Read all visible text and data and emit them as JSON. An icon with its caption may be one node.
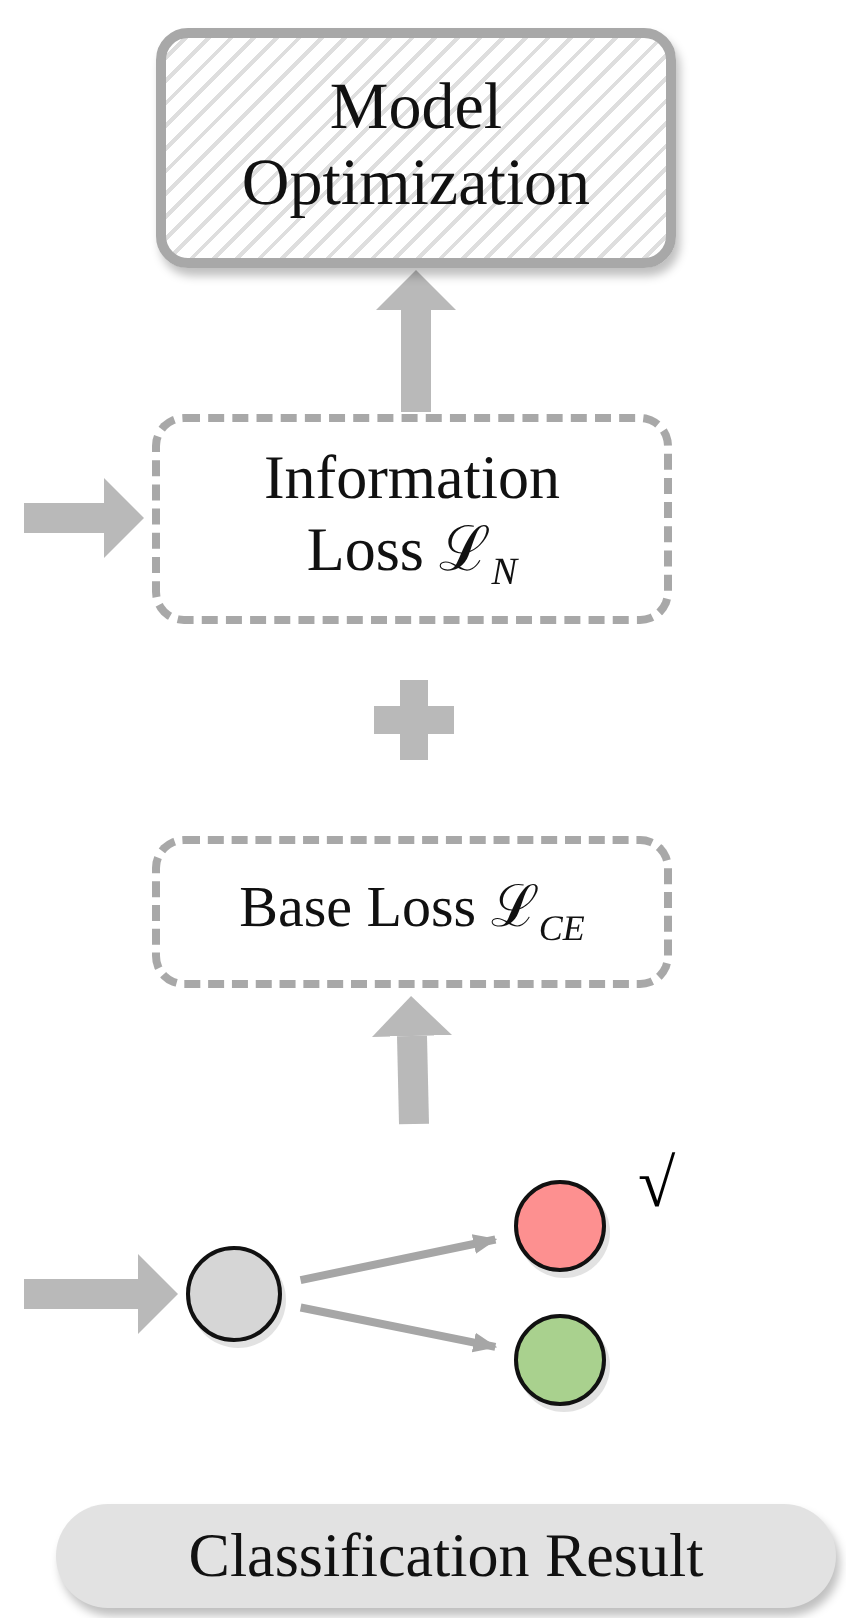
{
  "diagram": {
    "nodes": [
      {
        "text": [
          "Model Optimization"
        ]
      },
      {
        "text": [
          "Information Loss ℒ$_{N}$"
        ]
      },
      {
        "text": [
          "Base Loss ℒ$_{CE}$"
        ]
      },
      {
        "text": [],
        "shape": "circle"
      },
      {
        "text": [],
        "shape": "circle",
        "beside": [
          "√"
        ]
      },
      {
        "text": [],
        "shape": "circle"
      },
      {
        "text": [
          "Classification Result"
        ]
      }
    ],
    "edges": [
      {
        "from": 1,
        "to": 0,
        "arrow": "to"
      },
      {
        "from": null,
        "to": 1,
        "arrow": "to"
      },
      {
        "from": null,
        "to": 2,
        "arrow": "to"
      },
      {
        "from": null,
        "to": 3,
        "arrow": "to"
      },
      {
        "from": 3,
        "to": 4,
        "arrow": "to"
      },
      {
        "from": 3,
        "to": 5,
        "arrow": "to"
      }
    ]
  }
}
